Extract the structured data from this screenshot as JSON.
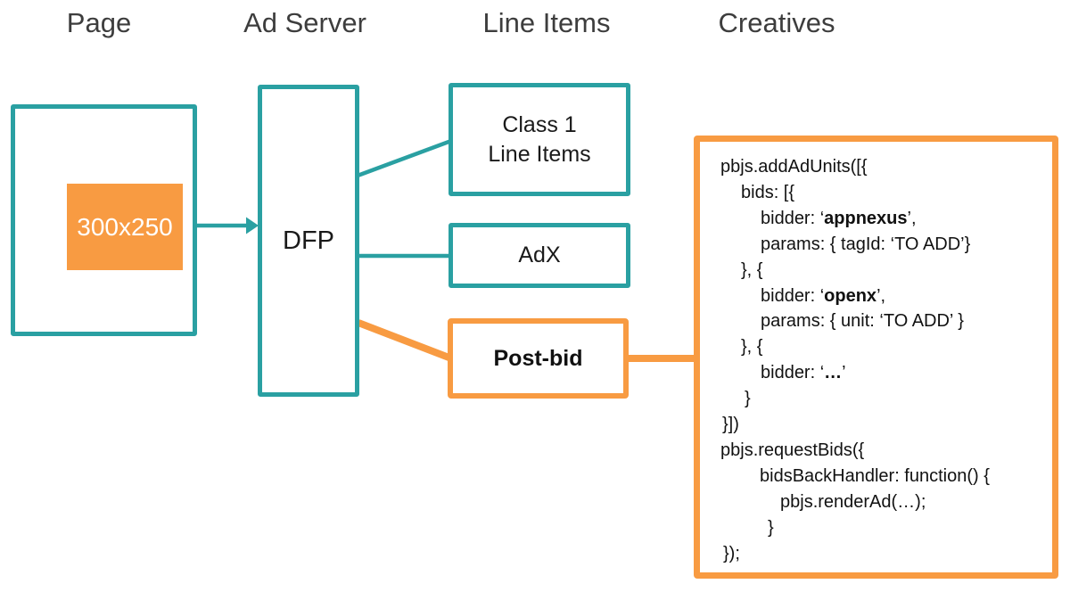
{
  "colors": {
    "teal": "#2AA0A2",
    "orange": "#F89B42",
    "heading_text": "#3D3D3D",
    "body_text": "#111111",
    "ad_slot_text": "#FFFFFF"
  },
  "headers": {
    "page": "Page",
    "ad_server": "Ad Server",
    "line_items": "Line Items",
    "creatives": "Creatives"
  },
  "page": {
    "ad_slot_label": "300x250"
  },
  "ad_server": {
    "dfp_label": "DFP"
  },
  "line_items": {
    "class1_line1": "Class 1",
    "class1_line2": "Line Items",
    "adx_label": "AdX",
    "postbid_label": "Post-bid"
  },
  "creatives": {
    "code_lines": [
      {
        "indent": 0,
        "segs": [
          {
            "t": "pbjs.addAdUnits([{"
          }
        ]
      },
      {
        "indent": 23,
        "segs": [
          {
            "t": "bids: [{"
          }
        ]
      },
      {
        "indent": 45,
        "segs": [
          {
            "t": "bidder: ‘"
          },
          {
            "t": "appnexus",
            "b": true
          },
          {
            "t": "’,"
          }
        ]
      },
      {
        "indent": 45,
        "segs": [
          {
            "t": "params: { tagId: ‘TO ADD’}"
          }
        ]
      },
      {
        "indent": 23,
        "segs": [
          {
            "t": "}, {"
          }
        ]
      },
      {
        "indent": 45,
        "segs": [
          {
            "t": "bidder: ‘"
          },
          {
            "t": "openx",
            "b": true
          },
          {
            "t": "’,"
          }
        ]
      },
      {
        "indent": 45,
        "segs": [
          {
            "t": "params: { unit: ‘TO ADD’ }"
          }
        ]
      },
      {
        "indent": 23,
        "segs": [
          {
            "t": "}, {"
          }
        ]
      },
      {
        "indent": 45,
        "segs": [
          {
            "t": "bidder: ‘"
          },
          {
            "t": "…",
            "b": true
          },
          {
            "t": "’"
          }
        ]
      },
      {
        "indent": 27,
        "segs": [
          {
            "t": "}"
          }
        ]
      },
      {
        "indent": 2,
        "segs": [
          {
            "t": "}])"
          }
        ]
      },
      {
        "indent": 0,
        "segs": [
          {
            "t": "pbjs.requestBids({"
          }
        ]
      },
      {
        "indent": 44,
        "segs": [
          {
            "t": "bidsBackHandler: function() {"
          }
        ]
      },
      {
        "indent": 67,
        "segs": [
          {
            "t": "pbjs.renderAd(…);"
          }
        ]
      },
      {
        "indent": 53,
        "segs": [
          {
            "t": "}"
          }
        ]
      },
      {
        "indent": 3,
        "segs": [
          {
            "t": "});"
          }
        ]
      }
    ]
  }
}
